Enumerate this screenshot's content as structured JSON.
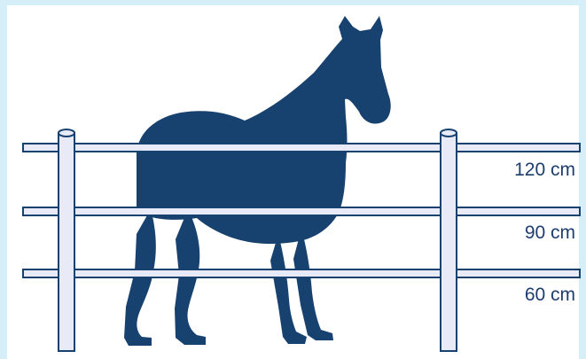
{
  "colors": {
    "background_border": "#d6eef8",
    "panel": "#ffffff",
    "horse": "#17416f",
    "fence_fill": "#e8ebf7",
    "fence_stroke": "#17416f",
    "label_text": "#1e3d6d"
  },
  "diagram": {
    "subject_icon": "horse-silhouette",
    "labels": {
      "top_rail": "120 cm",
      "middle_rail": "90 cm",
      "bottom_rail": "60 cm"
    }
  }
}
